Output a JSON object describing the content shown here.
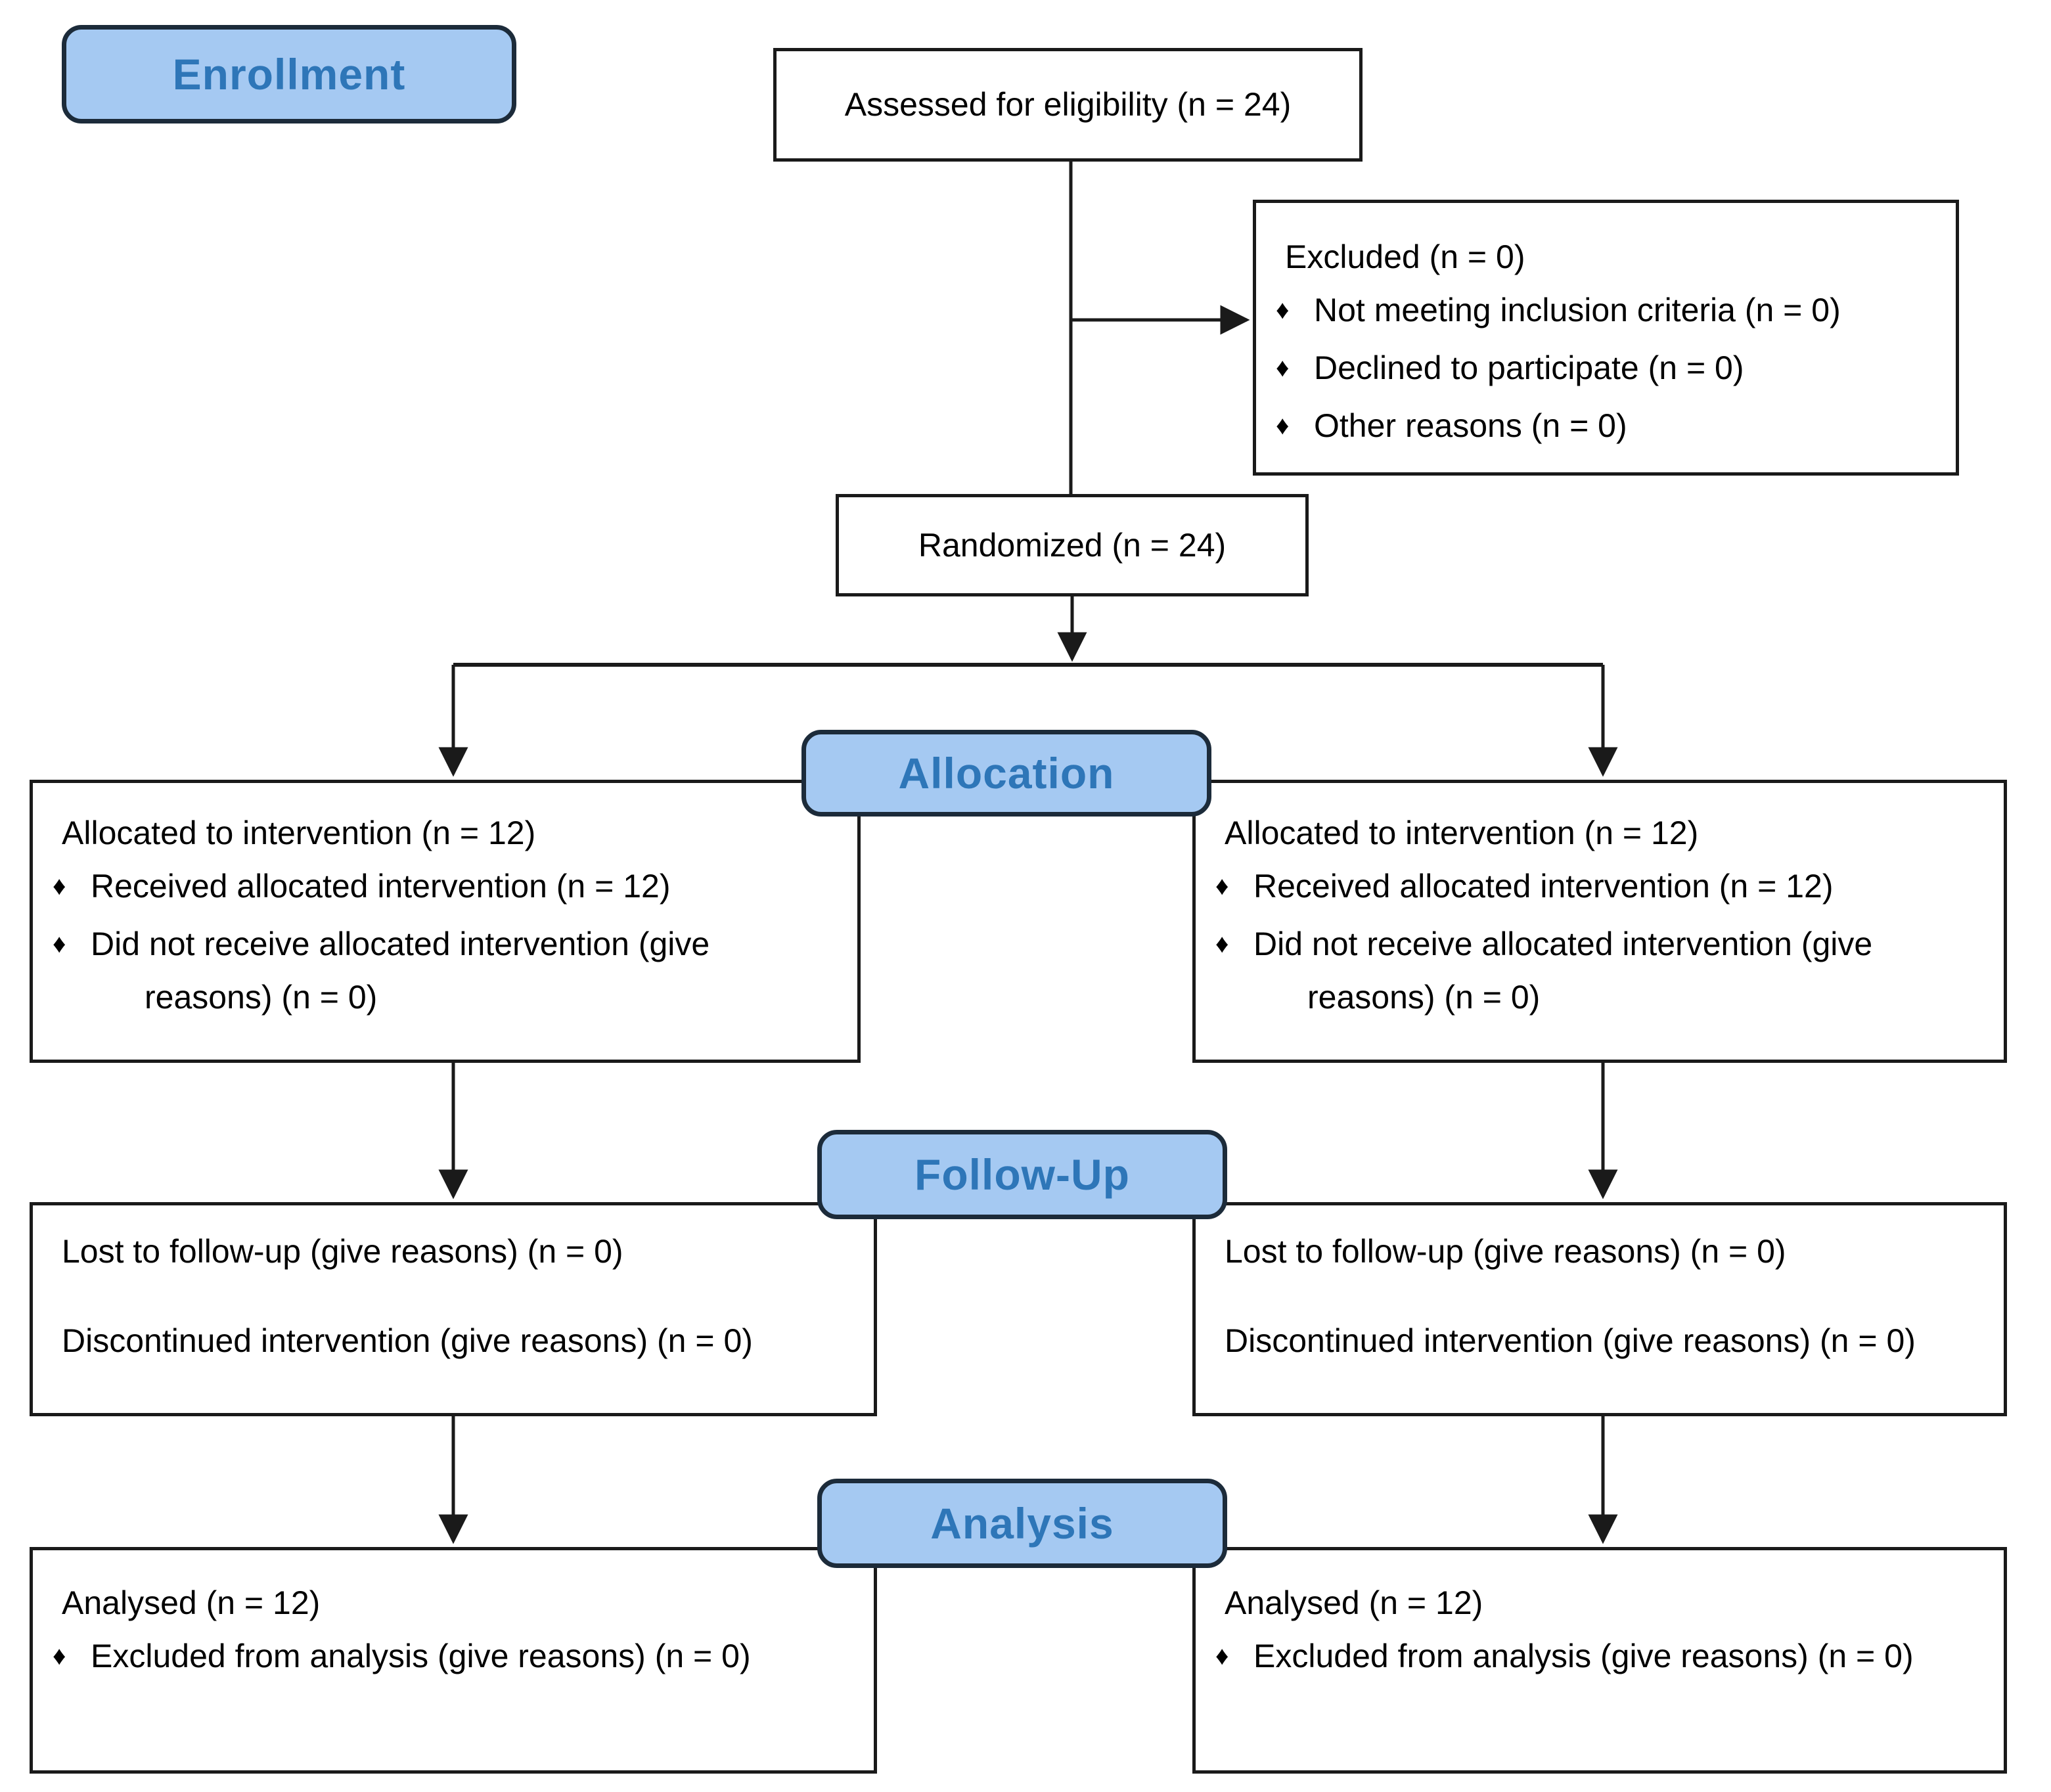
{
  "colors": {
    "background": "#FFFFFF",
    "stage_fill": "#A5C9F2",
    "stage_border": "#1C2B3A",
    "stage_text": "#2E76B8",
    "box_fill": "#FFFFFF",
    "box_border": "#1A1A1A",
    "box_text": "#000000",
    "connector": "#1A1A1A"
  },
  "bullet_char": "♦",
  "stages": {
    "enrollment": "Enrollment",
    "allocation": "Allocation",
    "follow_up": "Follow-Up",
    "analysis": "Analysis"
  },
  "enrollment": {
    "assessed": "Assessed for eligibility (n = 24)",
    "excluded": {
      "title": "Excluded (n = 0)",
      "items": [
        "Not meeting inclusion criteria (n = 0)",
        "Declined to participate (n = 0)",
        "Other reasons (n = 0)"
      ]
    },
    "randomized": "Randomized (n = 24)"
  },
  "arms": [
    {
      "id": "left",
      "allocation": {
        "title": "Allocated to intervention (n = 12)",
        "item1": "Received allocated intervention (n = 12)",
        "item2_line1": "Did not receive allocated intervention (give",
        "item2_line2": "reasons) (n = 0)"
      },
      "follow_up": {
        "line1": "Lost to follow-up (give reasons) (n = 0)",
        "line2": "Discontinued intervention (give reasons) (n = 0)"
      },
      "analysis": {
        "title": "Analysed (n = 12)",
        "item1": "Excluded from analysis (give reasons) (n = 0)"
      }
    },
    {
      "id": "right",
      "allocation": {
        "title": "Allocated to intervention (n = 12)",
        "item1": "Received allocated intervention (n = 12)",
        "item2_line1": "Did not receive allocated intervention (give",
        "item2_line2": "reasons) (n = 0)"
      },
      "follow_up": {
        "line1": "Lost to follow-up (give reasons) (n = 0)",
        "line2": "Discontinued intervention (give reasons) (n = 0)"
      },
      "analysis": {
        "title": "Analysed (n = 12)",
        "item1": "Excluded from analysis (give reasons) (n = 0)"
      }
    }
  ]
}
